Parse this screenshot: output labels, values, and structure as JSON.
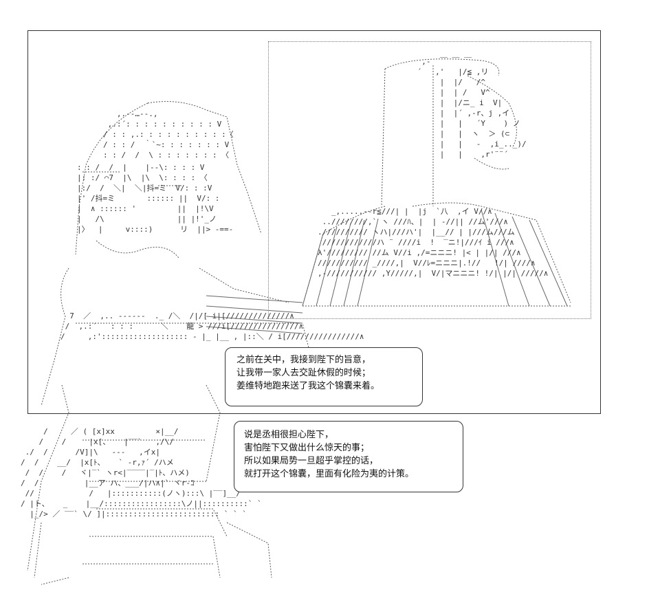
{
  "dialogue": {
    "bubble1": {
      "lines": [
        "之前在关中，我接到陛下的旨意，",
        "让我带一家人去交趾休假的时候；",
        "姜维特地跑来送了我这个锦囊来着。"
      ]
    },
    "bubble2": {
      "lines": [
        "说是丞相很担心陛下，",
        "害怕陛下又做出什么惊天的事；",
        "所以如果局势一旦超乎掌控的话，",
        "就打开这个锦囊，里面有化险为夷的计策。"
      ]
    }
  },
  "art": {
    "label_dragon": "龍"
  }
}
